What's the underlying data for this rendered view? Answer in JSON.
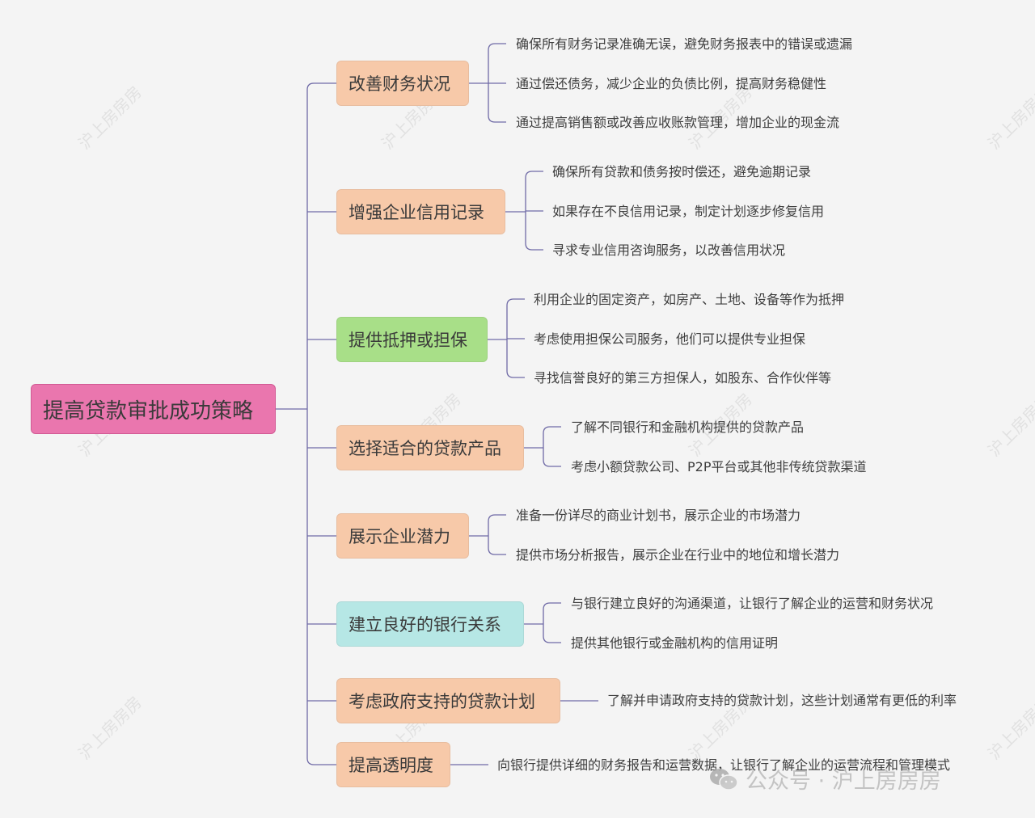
{
  "root": {
    "label": "提高贷款审批成功策略",
    "color": "#ea76ae"
  },
  "branches": [
    {
      "label": "改善财务状况",
      "color": "#f7c9a9",
      "items": [
        "确保所有财务记录准确无误，避免财务报表中的错误或遗漏",
        "通过偿还债务，减少企业的负债比例，提高财务稳健性",
        "通过提高销售额或改善应收账款管理，增加企业的现金流"
      ]
    },
    {
      "label": "增强企业信用记录",
      "color": "#f7c9a9",
      "items": [
        "确保所有贷款和债务按时偿还，避免逾期记录",
        "如果存在不良信用记录，制定计划逐步修复信用",
        "寻求专业信用咨询服务，以改善信用状况"
      ]
    },
    {
      "label": "提供抵押或担保",
      "color": "#a8df88",
      "items": [
        "利用企业的固定资产，如房产、土地、设备等作为抵押",
        "考虑使用担保公司服务，他们可以提供专业担保",
        "寻找信誉良好的第三方担保人，如股东、合作伙伴等"
      ]
    },
    {
      "label": "选择适合的贷款产品",
      "color": "#f7c9a9",
      "items": [
        "了解不同银行和金融机构提供的贷款产品",
        "考虑小额贷款公司、P2P平台或其他非传统贷款渠道"
      ]
    },
    {
      "label": "展示企业潜力",
      "color": "#f7c9a9",
      "items": [
        "准备一份详尽的商业计划书，展示企业的市场潜力",
        "提供市场分析报告，展示企业在行业中的地位和增长潜力"
      ]
    },
    {
      "label": "建立良好的银行关系",
      "color": "#b6e7e5",
      "items": [
        "与银行建立良好的沟通渠道，让银行了解企业的运营和财务状况",
        "提供其他银行或金融机构的信用证明"
      ]
    },
    {
      "label": "考虑政府支持的贷款计划",
      "color": "#f7c9a9",
      "items": [
        "了解并申请政府支持的贷款计划，这些计划通常有更低的利率"
      ]
    },
    {
      "label": "提高透明度",
      "color": "#f7c9a9",
      "items": [
        "向银行提供详细的财务报告和运营数据，让银行了解企业的运营流程和管理模式"
      ]
    }
  ],
  "watermark": {
    "text": "沪上房房房"
  },
  "wechat": {
    "label": "公众号 · 沪上房房房",
    "icon": "wechat-icon"
  },
  "line_color": "#6f6aa6"
}
